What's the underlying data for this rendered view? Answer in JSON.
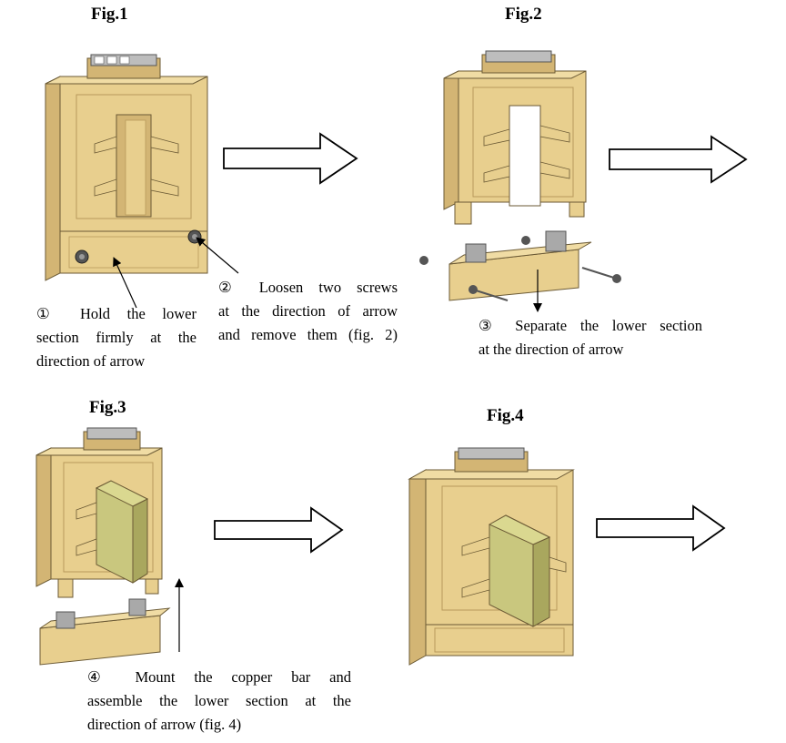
{
  "figures": {
    "fig1_title": "Fig.1",
    "fig2_title": "Fig.2",
    "fig3_title": "Fig.3",
    "fig4_title": "Fig.4"
  },
  "captions": {
    "step1": [
      "① Hold the lower",
      "section firmly at the",
      "direction of arrow"
    ],
    "step2": [
      "② Loosen two screws",
      "at the direction of arrow",
      "and remove them (fig. 2)"
    ],
    "step3": [
      "③ Separate the lower section",
      "at the direction of arrow"
    ],
    "step4": [
      "④ Mount the copper bar and",
      "assemble the lower section at the",
      "direction of arrow (fig. 4)"
    ]
  },
  "colors": {
    "body": "#E8CF8E",
    "body_shade": "#D3B574",
    "body_dark": "#B89A5C",
    "copper_bar": "#C9C77E",
    "copper_bar_side": "#A9A75E",
    "terminal": "#BDBDBD",
    "screw": "#555555",
    "outline": "#6B5A35"
  },
  "icons": [
    "hollow-right-arrow",
    "pointer-arrow",
    "screw-icon",
    "terminal-block"
  ]
}
